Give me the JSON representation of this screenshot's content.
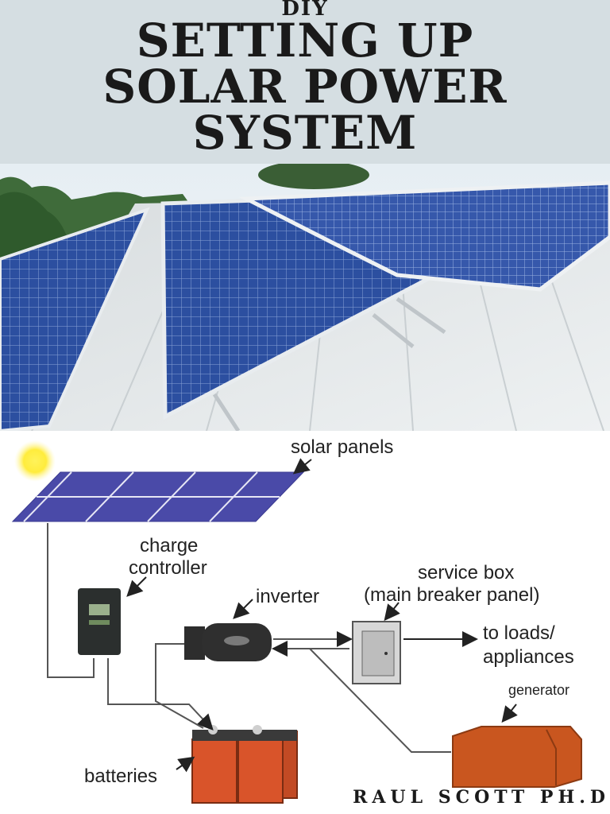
{
  "cover": {
    "kicker": "DIY",
    "title_lines": [
      "SETTING UP",
      "SOLAR POWER",
      "SYSTEM"
    ],
    "author": "RAUL SCOTT PH.D",
    "colors": {
      "header_bg": "#d5dee2",
      "panel_blue": "#2a4f9c",
      "battery": "#d9542a",
      "generator": "#c9561f"
    }
  },
  "diagram": {
    "labels": {
      "solar_panels": "solar panels",
      "charge_controller_1": "charge",
      "charge_controller_2": "controller",
      "inverter": "inverter",
      "service_box_1": "service box",
      "service_box_2": "(main breaker panel)",
      "loads_1": "to loads/",
      "loads_2": "appliances",
      "generator": "generator",
      "batteries": "batteries"
    }
  }
}
